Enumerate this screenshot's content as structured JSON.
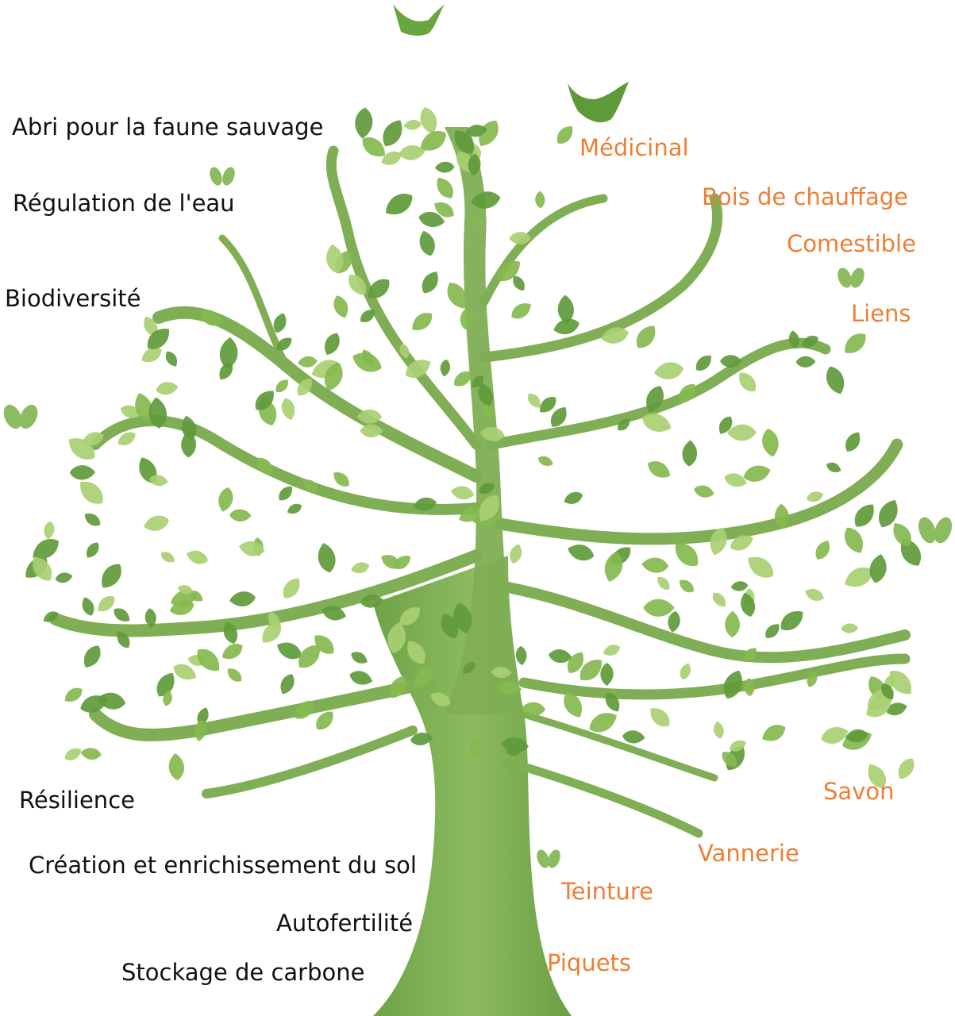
{
  "colors": {
    "ecosystem_labels": "#111111",
    "product_labels": "#ef7d33",
    "leaf_dark": "#5f9a3a",
    "leaf_mid": "#86b94f",
    "leaf_light": "#a9cf72",
    "trunk": "#7fae55"
  },
  "ecosystem_services": [
    "Abri pour la faune sauvage",
    "Régulation de l'eau",
    "Biodiversité",
    "Résilience",
    "Création et enrichissement du sol",
    "Autofertilité",
    "Stockage de carbone"
  ],
  "tree_products": [
    "Médicinal",
    "Bois de chauffage",
    "Comestible",
    "Liens",
    "Savon",
    "Vannerie",
    "Teinture",
    "Piquets"
  ],
  "icons": [
    "tree-illustration",
    "bird-icon",
    "bird-icon",
    "butterfly-icon",
    "butterfly-icon",
    "butterfly-icon",
    "butterfly-icon",
    "butterfly-icon"
  ]
}
